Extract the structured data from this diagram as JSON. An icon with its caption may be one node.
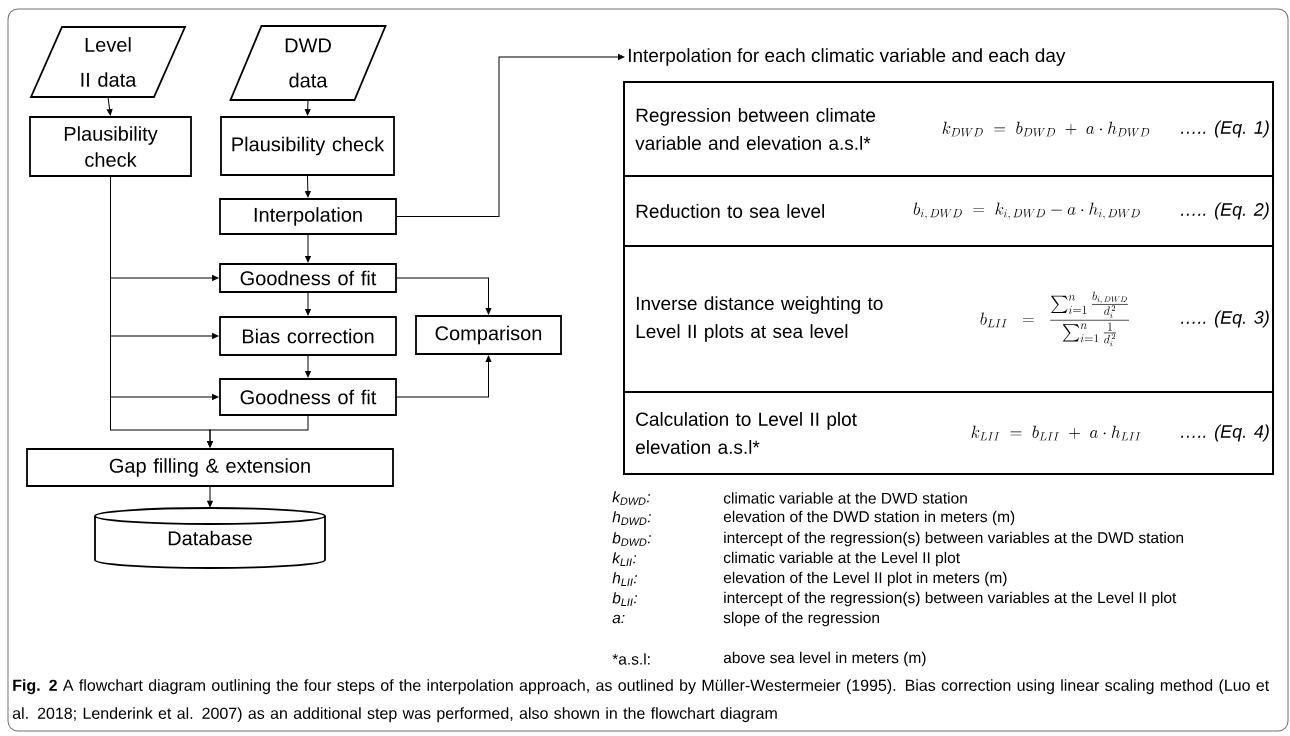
{
  "diagram": {
    "nodes": [
      {
        "text": [
          "Level II data"
        ]
      },
      {
        "text": [
          "DWD data"
        ]
      },
      {
        "text": [
          "Plausibility check"
        ]
      },
      {
        "text": [
          "Plausibility check"
        ]
      },
      {
        "text": [
          "Interpolation"
        ]
      },
      {
        "text": [
          "Goodness of fit"
        ]
      },
      {
        "text": [
          "Bias correction"
        ]
      },
      {
        "text": [
          "Comparison"
        ]
      },
      {
        "text": [
          "Goodness of fit"
        ]
      },
      {
        "text": [
          "Gap filling & extension"
        ]
      },
      {
        "text": [
          "Database"
        ]
      },
      {
        "text": [
          "Interpolation for each climatic variable and each day"
        ]
      },
      {
        "text": [
          "Regression between climate variable and elevation a.s.l*",
          "k_{DWD} \\;=\\; b_{DWD} \\;+\\; a\\cdot h_{DWD}",
          "….. (Eq. 1)"
        ]
      },
      {
        "text": [
          "Reduction to sea level",
          "b_{i,\\,DWD} \\;=\\; k_{i,\\,DWD} - a\\cdot h_{i,\\,DWD}",
          "….. (Eq. 2)"
        ]
      },
      {
        "text": [
          "Inverse distance weighting to Level II plots at sea level",
          "b_{LII} \\;\\;=\\;\\; \\frac{\\sum_{i=1}^{n}\\frac{b_{i,\\,DWD}}{d_i^{\\,2}}}{\\sum_{i=1}^{n}\\frac{1}{d_i^{\\,2}}}",
          "….. (Eq. 3)"
        ]
      },
      {
        "text": [
          "Calculation to Level II plot elevation a.s.l*",
          "k_{LII} \\;=\\; b_{LII} \\;+\\; a\\cdot h_{LII}",
          "….. (Eq. 4)"
        ]
      }
    ],
    "edges": [
      {
        "from": 0,
        "to": 2,
        "arrow": "to"
      },
      {
        "from": 1,
        "to": 3,
        "arrow": "to"
      },
      {
        "from": 3,
        "to": 4,
        "arrow": "to"
      },
      {
        "from": 4,
        "to": 11,
        "arrow": "to"
      },
      {
        "from": 4,
        "to": 5,
        "arrow": "to"
      },
      {
        "from": 2,
        "to": 5,
        "arrow": "to"
      },
      {
        "from": 5,
        "to": 6,
        "arrow": "to"
      },
      {
        "from": 2,
        "to": 6,
        "arrow": "to"
      },
      {
        "from": 5,
        "to": 7,
        "arrow": "to"
      },
      {
        "from": 6,
        "to": 8,
        "arrow": "to"
      },
      {
        "from": 2,
        "to": 8,
        "arrow": "to"
      },
      {
        "from": 8,
        "to": 7,
        "arrow": "to"
      },
      {
        "from": 2,
        "to": 9,
        "arrow": "to"
      },
      {
        "from": 8,
        "to": 9,
        "arrow": "to"
      },
      {
        "from": 9,
        "to": 10,
        "arrow": "to"
      }
    ],
    "labels": [
      "k$_{DWD}$:",
      "climatic variable at the DWD station",
      "h$_{DWD}$:",
      "elevation of the DWD station in meters (m)",
      "b$_{DWD}$:",
      "intercept of the regression(s) between variables at the DWD station",
      "k$_{LII}$:",
      "climatic variable at the Level II plot",
      "h$_{LII}$:",
      "elevation of the Level II plot in meters (m)",
      "b$_{LII}$:",
      "intercept of the regression(s) between variables at the Level II plot",
      "a:",
      "slope of the regression",
      "*a.s.l:",
      "above sea level in meters (m)"
    ],
    "caption": "**Fig. 2** A flowchart diagram outlining the four steps of the interpolation approach, as outlined by Müller-Westermeier (1995). Bias correction using linear scaling method (Luo et al. 2018; Lenderink et al. 2007) as an additional step was performed, also shown in the flowchart diagram"
  }
}
